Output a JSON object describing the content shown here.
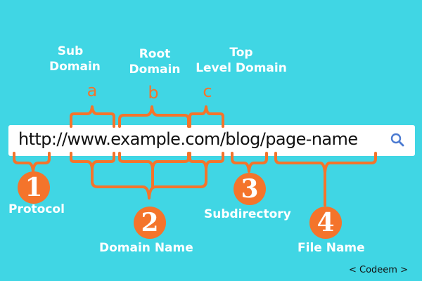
{
  "url_bar": {
    "url": "http://www.example.com/blog/page-name"
  },
  "top_labels": {
    "sub_domain": "Sub\nDomain",
    "root_domain": "Root\nDomain",
    "tld": "Top\nLevel Domain"
  },
  "letters": {
    "a": "a",
    "b": "b",
    "c": "c"
  },
  "parts": [
    {
      "number": "1",
      "label": "Protocol"
    },
    {
      "number": "2",
      "label": "Domain Name"
    },
    {
      "number": "3",
      "label": "Subdirectory"
    },
    {
      "number": "4",
      "label": "File Name"
    }
  ],
  "footer": "< Codeem >",
  "colors": {
    "background": "#40d6e4",
    "accent": "#f4742b",
    "text": "#ffffff"
  },
  "icons": {
    "search": "search-icon"
  }
}
